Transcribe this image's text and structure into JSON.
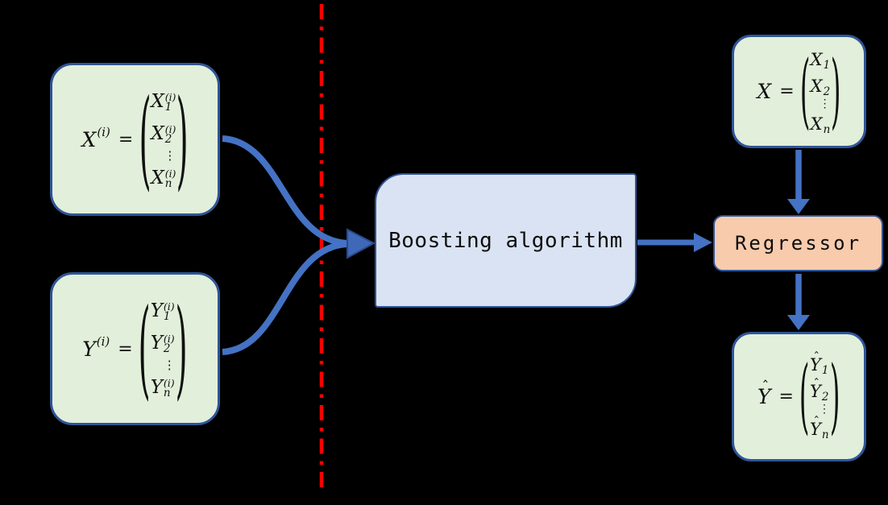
{
  "colors": {
    "background": "#000000",
    "accent_arrow_blue": "#4472c4",
    "arrowhead_dark_blue": "#2a4a8a",
    "box_border_blue": "#2f5597",
    "box_fill_green": "#e2efda",
    "box_fill_blue": "#dae3f3",
    "box_fill_orange": "#f8cbad",
    "divider_red": "#ff0000",
    "text": "#101010"
  },
  "labels": {
    "boosting": "Boosting algorithm",
    "regressor": "Regressor"
  },
  "symbols": {
    "paren_open": "(",
    "paren_close": ")",
    "dots": "⋮",
    "equals": "=",
    "hat": "ˆ"
  },
  "icons": {
    "divider": "red-dash-dot-vertical-line",
    "connectors": "blue-curved-merge-arrow-and-straight-arrows"
  },
  "matrices": {
    "xi": {
      "head": {
        "var": "X",
        "sup": "(i)"
      },
      "entries": [
        {
          "var": "X",
          "sup": "(i)",
          "sub": "1"
        },
        {
          "var": "X",
          "sup": "(i)",
          "sub": "2"
        },
        {
          "var": "X",
          "sup": "(i)",
          "sub": "n"
        }
      ]
    },
    "yi": {
      "head": {
        "var": "Y",
        "sup": "(i)"
      },
      "entries": [
        {
          "var": "Y",
          "sup": "(i)",
          "sub": "1"
        },
        {
          "var": "Y",
          "sup": "(i)",
          "sub": "2"
        },
        {
          "var": "Y",
          "sup": "(i)",
          "sub": "n"
        }
      ]
    },
    "x": {
      "head": {
        "var": "X"
      },
      "entries": [
        {
          "var": "X",
          "sub": "1"
        },
        {
          "var": "X",
          "sub": "2"
        },
        {
          "var": "X",
          "sub": "n"
        }
      ]
    },
    "yhat": {
      "head": {
        "var": "Y",
        "hat": "ˆ"
      },
      "entries": [
        {
          "var": "Y",
          "hat": "ˆ",
          "sub": "1"
        },
        {
          "var": "Y",
          "hat": "ˆ",
          "sub": "2"
        },
        {
          "var": "Y",
          "hat": "ˆ",
          "sub": "n"
        }
      ]
    }
  }
}
